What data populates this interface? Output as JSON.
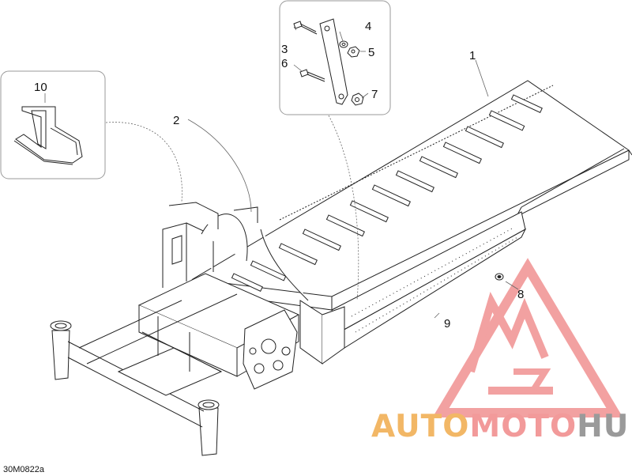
{
  "diagram": {
    "callouts": {
      "c1": "1",
      "c2": "2",
      "c3": "3",
      "c4": "4",
      "c5": "5",
      "c6": "6",
      "c7": "7",
      "c8": "8",
      "c9": "9",
      "c10": "10"
    },
    "figure_code": "30M0822a"
  },
  "watermark": {
    "brand_part1": "AUTO",
    "brand_part2": "MOTO",
    "brand_part3": "HUB",
    "colors": {
      "part1": "#f2b766",
      "part2": "#f29a9a",
      "part3": "#9a9a9a",
      "mark": "#f08a8a"
    }
  }
}
